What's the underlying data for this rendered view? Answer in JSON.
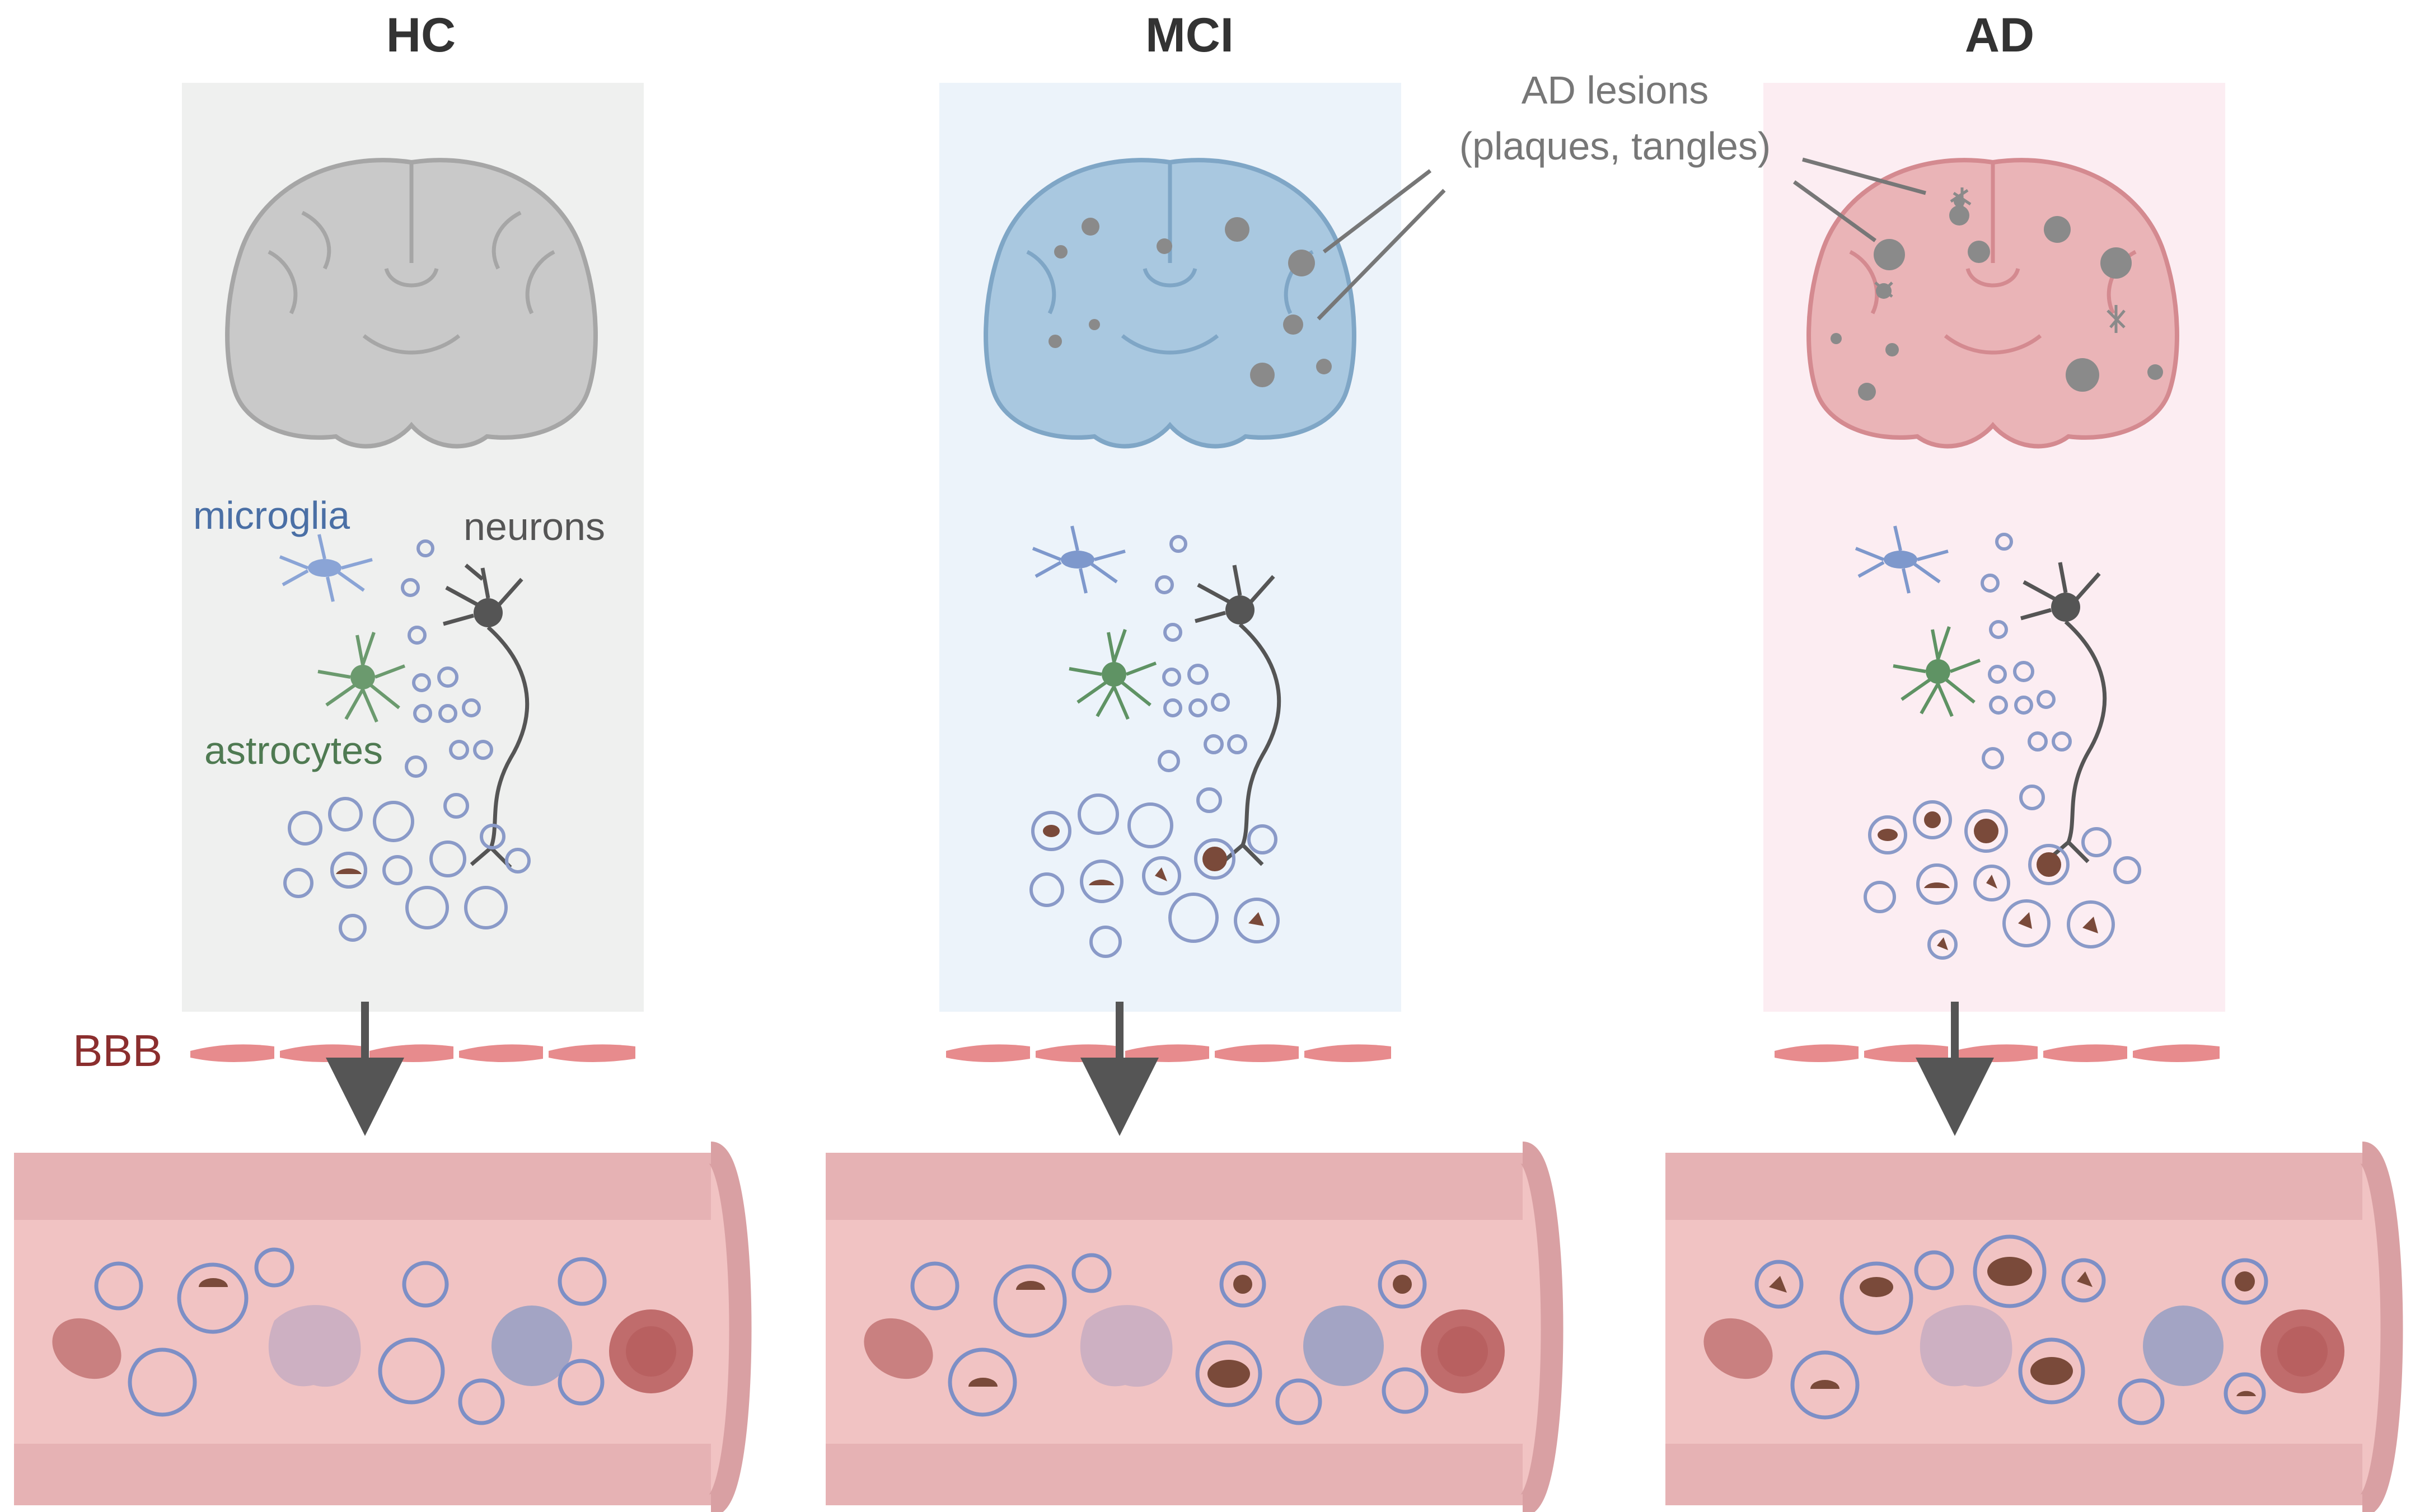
{
  "panels": [
    {
      "title": "HC",
      "bg": "#eff0ef",
      "brain": "#c9c9c9",
      "brainDark": "#a6a6a6"
    },
    {
      "title": "MCI",
      "bg": "#ecf3fa",
      "brain": "#a9c8e0",
      "brainDark": "#7fa6c6"
    },
    {
      "title": "AD",
      "bg": "#fcedf2",
      "brain": "#eab4b7",
      "brainDark": "#d48a90"
    }
  ],
  "labels": {
    "microglia": "microglia",
    "neurons": "neurons",
    "astrocytes": "astrocytes",
    "bbb": "BBB",
    "lesions_line1": "AD lesions",
    "lesions_line2": "(plaques, tangles)"
  },
  "colors": {
    "microglia": "#4a6fa5",
    "astrocytes": "#4f7a52",
    "neurons": "#555555",
    "bbb": "#8b2e2e",
    "vesicle": "#8a9ac8",
    "vessel": "#f1c3c3",
    "vessel_wall": "#dfa8aa",
    "arrow": "#555555",
    "cargo": "#7a4a3a"
  }
}
